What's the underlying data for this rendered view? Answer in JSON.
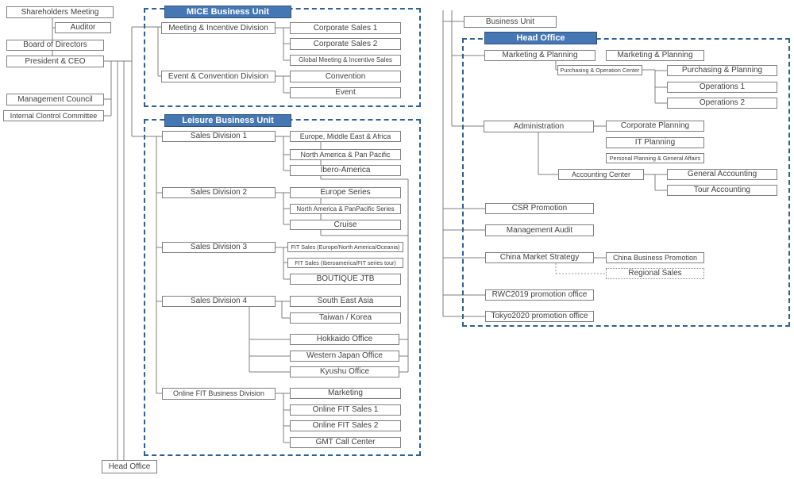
{
  "palette": {
    "header_bg": "#4677b5",
    "header_border": "#2f5376",
    "dashed_frame": "#2e6193",
    "box_border": "#7f7f7f",
    "connector": "#7f7f7f",
    "text": "#404040"
  },
  "left": {
    "shareholders": "Shareholders Meeting",
    "auditor": "Auditor",
    "board": "Board of Directors",
    "president": "President & CEO",
    "management_council": "Management Council",
    "internal_control": "Internal Clontrol Committee",
    "head_office": "Head Office"
  },
  "mice": {
    "title": "MICE Business Unit",
    "meeting_incentive": "Meeting & Incentive Division",
    "corporate_sales_1": "Corporate Sales 1",
    "corporate_sales_2": "Corporate Sales 2",
    "global_meeting": "Global Meeting & Incentive Sales",
    "event_convention": "Event & Convention Division",
    "convention": "Convention",
    "event": "Event"
  },
  "leisure": {
    "title": "Leisure Business Unit",
    "sales_division_1": "Sales Division 1",
    "europe_me_africa": "Europe, Middle East & Africa",
    "north_america_pan_pacific": "North America & Pan Pacific",
    "ibero_america": "Ibero-America",
    "sales_division_2": "Sales Division 2",
    "europe_series": "Europe Series",
    "na_panpacific_series": "North America & PanPacific Series",
    "cruise": "Cruise",
    "sales_division_3": "Sales Division 3",
    "fit_sales_europe": "FIT Sales (Europe/North America/Oceania)",
    "fit_sales_ibero": "FIT Sales (Iberoamerica/FIT series tour)",
    "boutique_jtb": "BOUTIQUE JTB",
    "sales_division_4": "Sales Division 4",
    "south_east_asia": "South East Asia",
    "taiwan_korea": "Taiwan / Korea",
    "hokkaido": "Hokkaido Office",
    "western_japan": "Western Japan Office",
    "kyushu": "Kyushu Office",
    "online_fit_division": "Online FIT Business Division",
    "marketing": "Marketing",
    "online_fit_sales_1": "Online FIT Sales 1",
    "online_fit_sales_2": "Online FIT Sales 2",
    "gmt_call_center": "GMT Call Center"
  },
  "right": {
    "business_unit": "Business Unit",
    "title": "Head Office",
    "marketing_planning_1": "Marketing & Planning",
    "marketing_planning_2": "Marketing & Planning",
    "purchasing_operation_center": "Purchasing & Operation Center",
    "purchasing_planning": "Purchasing & Planning",
    "operations_1": "Operations 1",
    "operations_2": "Operations 2",
    "administration": "Administration",
    "corporate_planning": "Corporate Planning",
    "it_planning": "IT Planning",
    "personal_planning": "Personal Planning & General Affairs",
    "accounting_center": "Accounting Center",
    "general_accounting": "General Accounting",
    "tour_accounting": "Tour Accounting",
    "csr_promotion": "CSR Promotion",
    "management_audit": "Management Audit",
    "china_market_strategy": "China Market Strategy",
    "china_business_promotion": "China Business Promotion",
    "regional_sales": "Regional Sales",
    "rwc2019": "RWC2019 promotion office",
    "tokyo2020": "Tokyo2020 promotion office"
  }
}
